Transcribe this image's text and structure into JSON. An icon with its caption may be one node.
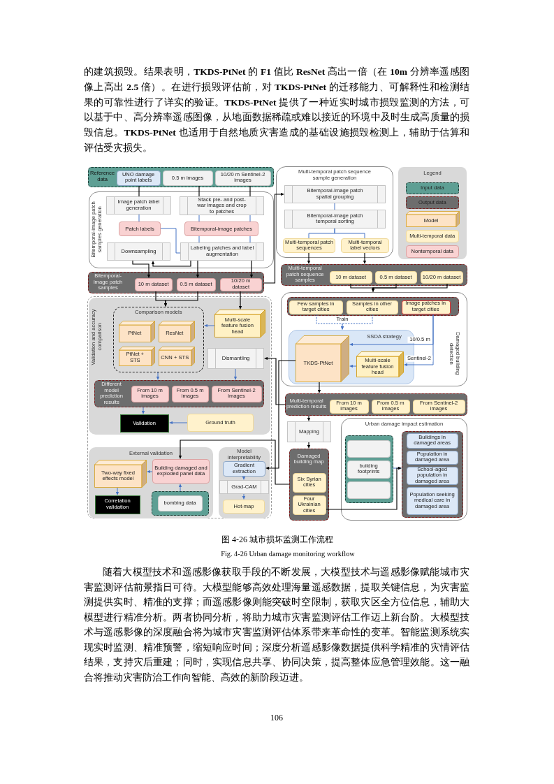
{
  "diagram": {
    "caption": "图 4-26 城市损坏监测工作流程",
    "nodes": [
      {
        "text": [
          "Reference data"
        ]
      },
      {
        "text": [
          "UNO damage point labels"
        ],
        "in": 0
      },
      {
        "text": [
          "0.5 m images"
        ],
        "in": 0
      },
      {
        "text": [
          "10/20 m Sentinel-2 images"
        ],
        "in": 0
      },
      {
        "text": [
          "Bitemporal-image patch samples generation"
        ]
      },
      {
        "text": [
          "Image patch label generation"
        ],
        "in": 4
      },
      {
        "text": [
          "Stack pre- and post-war images and crop to patches"
        ],
        "in": 4
      },
      {
        "text": [
          "Patch labels"
        ],
        "in": 4
      },
      {
        "text": [
          "Bitemporal-image patches"
        ],
        "in": 4
      },
      {
        "text": [
          "Downsampling"
        ],
        "in": 4
      },
      {
        "text": [
          "Labeling patches and label augmentation"
        ],
        "in": 4
      },
      {
        "text": [
          "Bitemporal-image patch samples"
        ]
      },
      {
        "text": [
          "10 m dataset"
        ],
        "in": 11
      },
      {
        "text": [
          "0.5 m dataset"
        ],
        "in": 11
      },
      {
        "text": [
          "10/20 m dataset"
        ],
        "in": 11
      },
      {
        "text": [
          "Multi-temporal patch sequence sample generation"
        ]
      },
      {
        "text": [
          "Bitemporal-image patch spatial grouping"
        ],
        "in": 15
      },
      {
        "text": [
          "Bitemporal-image patch temporal sorting"
        ],
        "in": 15
      },
      {
        "text": [
          "Multi-temporal patch sequences"
        ],
        "in": 15
      },
      {
        "text": [
          "Multi-temporal label vectors"
        ],
        "in": 15
      },
      {
        "text": [
          "Multi-temporal patch sequence samples"
        ]
      },
      {
        "text": [
          "10 m dataset"
        ],
        "in": 20
      },
      {
        "text": [
          "0.5 m dataset"
        ],
        "in": 20
      },
      {
        "text": [
          "10/20 m dataset"
        ],
        "in": 20
      },
      {
        "text": [
          "Validation and accuracy comparison"
        ]
      },
      {
        "text": [
          "Comparison models"
        ],
        "in": 24
      },
      {
        "text": [
          "PtNet"
        ],
        "in": 25
      },
      {
        "text": [
          "ResNet"
        ],
        "in": 25
      },
      {
        "text": [
          "PtNet + STS"
        ],
        "in": 25
      },
      {
        "text": [
          "CNN + STS"
        ],
        "in": 25
      },
      {
        "text": [
          "Multi-scale feature fusion head"
        ],
        "in": 24
      },
      {
        "text": [
          "Dismantling"
        ],
        "in": 24
      },
      {
        "text": [
          "Different model prediction results"
        ],
        "in": 24
      },
      {
        "text": [
          "From 10 m images"
        ],
        "in": 32
      },
      {
        "text": [
          "From 0.5 m images"
        ],
        "in": 32
      },
      {
        "text": [
          "From Sentinel-2 images"
        ],
        "in": 32
      },
      {
        "text": [
          "Validation"
        ],
        "in": 24
      },
      {
        "text": [
          "Ground truth"
        ],
        "in": 24
      },
      {
        "text": [
          "Damaged building detection"
        ]
      },
      {
        "text": [],
        "shape": "box",
        "in": 38
      },
      {
        "text": [
          "Few samples in target cities"
        ],
        "in": 39
      },
      {
        "text": [
          "Samples in other cities"
        ],
        "in": 39
      },
      {
        "text": [
          "Image patches in target cities"
        ],
        "in": 39
      },
      {
        "text": [
          "SSDA strategy"
        ],
        "in": 38
      },
      {
        "text": [
          "TKDS-PtNet"
        ],
        "in": 43
      },
      {
        "text": [
          "Multi-scale feature fusion head"
        ],
        "in": 43
      },
      {
        "text": [
          "Multi-temporal prediction results"
        ]
      },
      {
        "text": [
          "From 10 m images"
        ],
        "in": 46
      },
      {
        "text": [
          "From 0.5 m images"
        ],
        "in": 46
      },
      {
        "text": [
          "From Sentinel-2 images"
        ],
        "in": 46
      },
      {
        "text": [
          "External validation"
        ]
      },
      {
        "text": [
          "Two-way fixed effects model"
        ],
        "in": 50
      },
      {
        "text": [
          "Building damaged and exploded panel data"
        ],
        "in": 50
      },
      {
        "text": [],
        "shape": "box",
        "in": 50
      },
      {
        "text": [
          "bombing data"
        ],
        "in": 53
      },
      {
        "text": [
          "Correlation validation"
        ],
        "in": 50
      },
      {
        "text": [
          "Model interpretability"
        ]
      },
      {
        "text": [
          "Gradient extraction"
        ],
        "in": 56
      },
      {
        "text": [
          "Grad-CAM"
        ],
        "in": 56
      },
      {
        "text": [
          "Hot-map"
        ],
        "in": 56
      },
      {
        "text": [
          "Mapping"
        ]
      },
      {
        "text": [
          "Damaged building map"
        ]
      },
      {
        "text": [
          "Six Syrian cities"
        ],
        "in": 61
      },
      {
        "text": [
          "Four Ukrainian cities"
        ],
        "in": 61
      },
      {
        "text": [
          "Urban damage impact estimation"
        ]
      },
      {
        "text": [],
        "shape": "box",
        "in": 64
      },
      {
        "text": [],
        "shape": "box",
        "in": 65
      },
      {
        "text": [
          "building footprints"
        ],
        "in": 65
      },
      {
        "text": [],
        "shape": "box",
        "in": 65
      },
      {
        "text": [],
        "shape": "box",
        "in": 64
      },
      {
        "text": [
          "Buildings in damaged areas"
        ],
        "in": 69
      },
      {
        "text": [
          "Population in damaged area"
        ],
        "in": 69
      },
      {
        "text": [
          "School-aged population in damaged area"
        ],
        "in": 69
      },
      {
        "text": [
          "Population seeking medical care in damaged area"
        ],
        "in": 69
      }
    ],
    "edges": [
      {
        "from": 1,
        "to": 5,
        "arrow": "none",
        "color": "#000000"
      },
      {
        "from": 2,
        "to": 6,
        "arrow": "none",
        "color": "#000000"
      },
      {
        "from": 3,
        "to": 6,
        "arrow": "none",
        "color": "#000000"
      },
      {
        "from": 5,
        "to": 7,
        "arrow": "none"
      },
      {
        "from": 6,
        "to": 8,
        "arrow": "none"
      },
      {
        "from": 6,
        "to": 8,
        "arrow": "none"
      },
      {
        "from": 8,
        "to": 10,
        "arrow": "none"
      },
      {
        "from": 8,
        "to": 10,
        "arrow": "none"
      },
      {
        "from": 7,
        "to": 10,
        "arrow": "none"
      },
      {
        "from": 9,
        "to": 12,
        "arrow": "to",
        "color": "#000000"
      },
      {
        "from": 10,
        "to": 9,
        "arrow": "to",
        "color": "#000000"
      },
      {
        "from": 10,
        "to": 13,
        "arrow": "to",
        "color": "#000000"
      },
      {
        "from": 10,
        "to": 14,
        "arrow": "to",
        "color": "#000000"
      },
      {
        "from": 11,
        "to": 16,
        "arrow": "to",
        "color": "#000000"
      },
      {
        "from": 16,
        "to": 17,
        "arrow": "none"
      },
      {
        "from": 17,
        "to": 18,
        "arrow": "none"
      },
      {
        "from": 17,
        "to": 19,
        "arrow": "none"
      },
      {
        "from": 18,
        "to": 20,
        "arrow": "to",
        "color": "#000000"
      },
      {
        "from": 19,
        "to": 20,
        "arrow": "to",
        "color": "#000000"
      },
      {
        "from": 12,
        "to": 25,
        "arrow": "to",
        "color": "#000000"
      },
      {
        "from": 13,
        "to": 25,
        "arrow": "to",
        "color": "#000000"
      },
      {
        "from": 14,
        "to": 30,
        "arrow": "to",
        "color": "#000000"
      },
      {
        "from": 21,
        "to": 38,
        "arrow": "to",
        "color": "#000000"
      },
      {
        "from": 22,
        "to": 38,
        "arrow": "to",
        "color": "#000000"
      },
      {
        "from": 23,
        "to": 38,
        "arrow": "to",
        "color": "#000000"
      },
      {
        "from": 30,
        "to": 25,
        "arrow": "to"
      },
      {
        "from": 25,
        "to": 32,
        "arrow": "to"
      },
      {
        "from": 31,
        "to": 32,
        "arrow": "to"
      },
      {
        "from": 32,
        "to": 36,
        "arrow": "to"
      },
      {
        "from": 37,
        "to": 36,
        "arrow": "to"
      },
      {
        "from": 40,
        "to": 43,
        "arrow": "to",
        "label": "Train",
        "style": "dashed"
      },
      {
        "from": 41,
        "to": 43,
        "arrow": "to",
        "style": "dashed"
      },
      {
        "from": 42,
        "to": 44,
        "arrow": "to",
        "label": "10/0.5 m"
      },
      {
        "from": 42,
        "to": 45,
        "arrow": "to",
        "label": "Sentinel-2"
      },
      {
        "from": 45,
        "to": 44,
        "arrow": "to"
      },
      {
        "from": 44,
        "to": 46,
        "arrow": "to",
        "color": "#000000"
      },
      {
        "from": 46,
        "to": 31,
        "arrow": "to",
        "color": "#000000"
      },
      {
        "from": 44,
        "to": 57,
        "arrow": "to",
        "color": "#000000"
      },
      {
        "from": 61,
        "to": 52,
        "arrow": "to",
        "color": "#000000"
      },
      {
        "from": 52,
        "to": 51,
        "arrow": "to"
      },
      {
        "from": 51,
        "to": 55,
        "arrow": "to"
      },
      {
        "from": 53,
        "to": 52,
        "arrow": "to"
      },
      {
        "from": 57,
        "to": 58,
        "arrow": "to"
      },
      {
        "from": 58,
        "to": 59,
        "arrow": "to"
      },
      {
        "from": 46,
        "to": 60,
        "arrow": "to",
        "color": "#000000"
      },
      {
        "from": 60,
        "to": 61,
        "arrow": "to",
        "color": "#000000"
      },
      {
        "from": 65,
        "to": 69,
        "arrow": "to"
      },
      {
        "from": 63,
        "to": 69,
        "arrow": "to",
        "color": "#000000"
      }
    ],
    "labels": [
      "的建筑损毁。结果表明，**TKDS-PtNet** 的 **F1** 值比 **ResNet** 高出一倍（在 **10m** 分辨率遥感图像上高出 **2.5** 倍）。在进行损毁评估前，对 **TKDS-PtNet** 的迁移能力、可解释性和检测结果的可靠性进行了详实的验证。**TKDS-PtNet** 提供了一种近实时城市损毁监测的方法，可以基于中、高分辨率遥感图像，从地面数据稀疏或难以接近的环境中及时生成高质量的损毁信息。**TKDS-PtNet** 也适用于自然地质灾害造成的基础设施损毁检测上，辅助于估算和评估受灾损失。",
      "Legend",
      "Fig. 4-26 Urban damage monitoring workflow",
      "随着大模型技术和遥感影像获取手段的不断发展，大模型技术与遥感影像赋能城市灾害监测评估前景指日可待。大模型能够高效处理海量遥感数据，提取关键信息，为灾害监测提供实时、精准的支撑；而遥感影像则能突破时空限制，获取灾区全方位信息，辅助大模型进行精准分析。两者协同分析，将助力城市灾害监测评估工作迈上新台阶。大模型技术与遥感影像的深度融合将为城市灾害监测评估体系带来革命性的变革。智能监测系统实现实时监测、精准预警，缩短响应时间；深度分析遥感影像数据提供科学精准的灾情评估结果，支持灾后重建；同时，实现信息共享、协同决策，提高整体应急管理效能。这一融合将推动灾害防治工作向智能、高效的新阶段迈进。",
      "106"
    ],
    "legend": [
      {
        "text": "Input data",
        "color": "#5e9f94"
      },
      {
        "text": "Output data",
        "color": "#6d6d6d"
      },
      {
        "text": "Model"
      },
      {
        "text": "Multi-temporal data",
        "color": "#fff2cc"
      },
      {
        "text": "Nontemporal data",
        "color": "#f9d2d2"
      }
    ]
  }
}
